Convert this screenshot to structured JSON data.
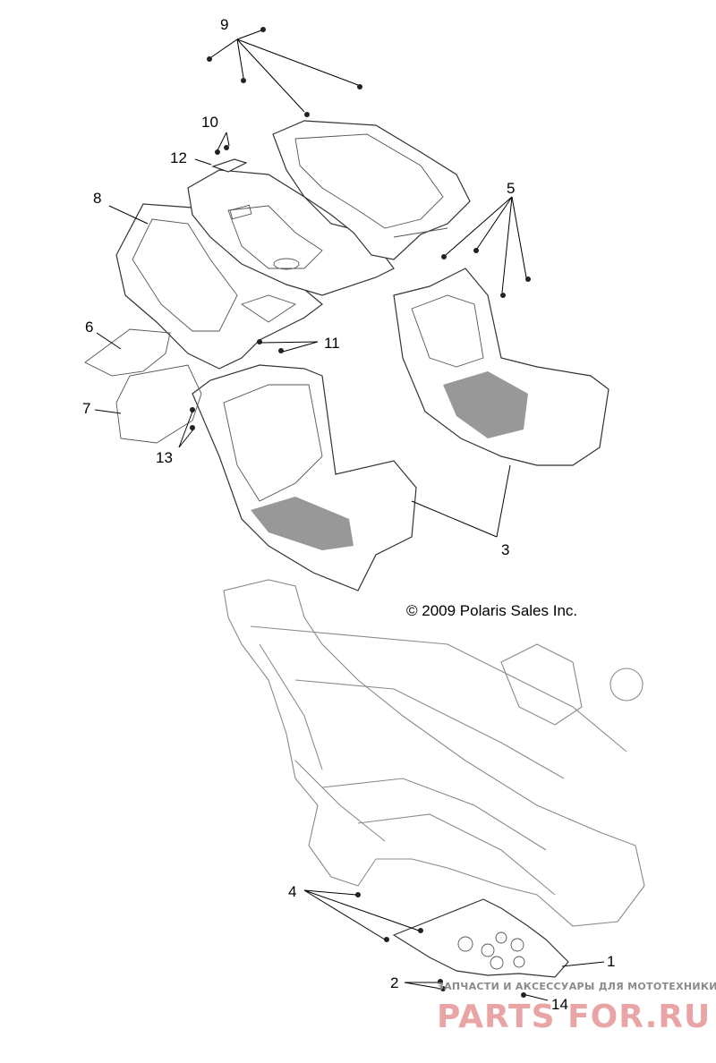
{
  "diagram": {
    "copyright": "© 2009 Polaris Sales Inc.",
    "callouts": {
      "c1": "1",
      "c2": "2",
      "c3": "3",
      "c4": "4",
      "c5": "5",
      "c6": "6",
      "c7": "7",
      "c8": "8",
      "c9": "9",
      "c10": "10",
      "c11": "11",
      "c12": "12",
      "c13": "13",
      "c14": "14"
    }
  },
  "watermark": {
    "tagline": "ЗАПЧАСТИ И АКСЕССУАРЫ ДЛЯ МОТОТЕХНИКИ",
    "brand": "PARTS FOR.RU"
  }
}
